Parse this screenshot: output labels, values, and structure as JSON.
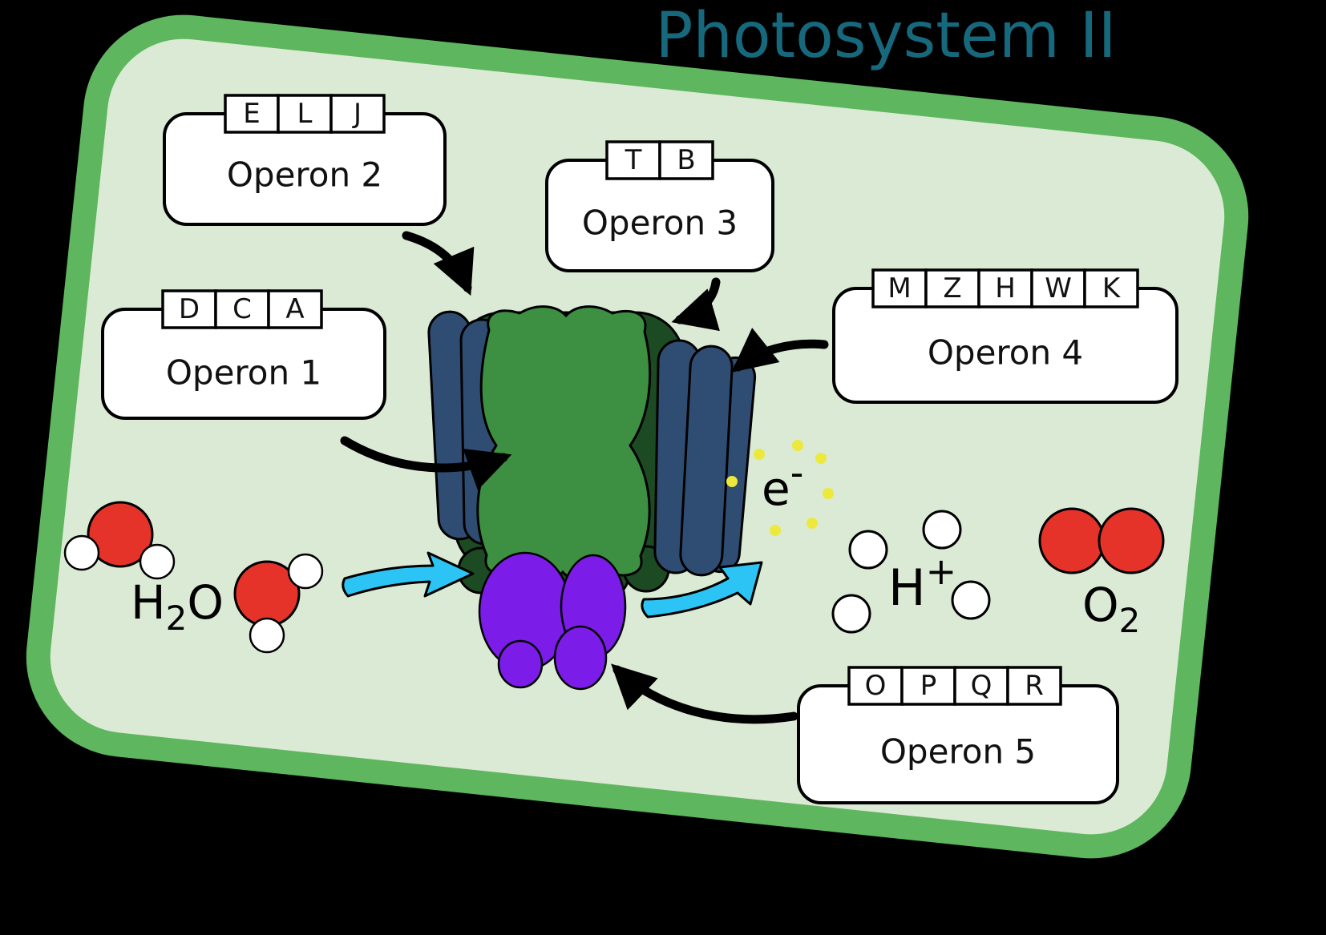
{
  "title": "Photosystem II",
  "palette": {
    "background": "#000000",
    "cell_fill": "#dbead5",
    "cell_border": "#5eb65e",
    "title_color": "#16697d",
    "membrane_blue": "#2f4d73",
    "core_green": "#3d8f41",
    "core_dark_green": "#1c4a22",
    "oec_purple": "#7c1ce8",
    "oxygen_red": "#e6332a",
    "electron_yellow": "#ece93c",
    "arrow_cyan": "#2cc4f4",
    "arrow_black": "#000000",
    "box_fill": "#ffffff"
  },
  "operons": [
    {
      "label": "Operon 1",
      "genes": [
        "D",
        "C",
        "A"
      ]
    },
    {
      "label": "Operon 2",
      "genes": [
        "E",
        "L",
        "J"
      ]
    },
    {
      "label": "Operon 3",
      "genes": [
        "T",
        "B"
      ]
    },
    {
      "label": "Operon 4",
      "genes": [
        "M",
        "Z",
        "H",
        "W",
        "K"
      ]
    },
    {
      "label": "Operon 5",
      "genes": [
        "O",
        "P",
        "Q",
        "R"
      ]
    }
  ],
  "molecules": {
    "water": {
      "symbol": "H",
      "subscript": "2",
      "tail": "O"
    },
    "electron": {
      "symbol": "e",
      "superscript": "-"
    },
    "proton": {
      "symbol": "H",
      "superscript": "+"
    },
    "oxygen": {
      "symbol": "O",
      "subscript": "2"
    }
  }
}
